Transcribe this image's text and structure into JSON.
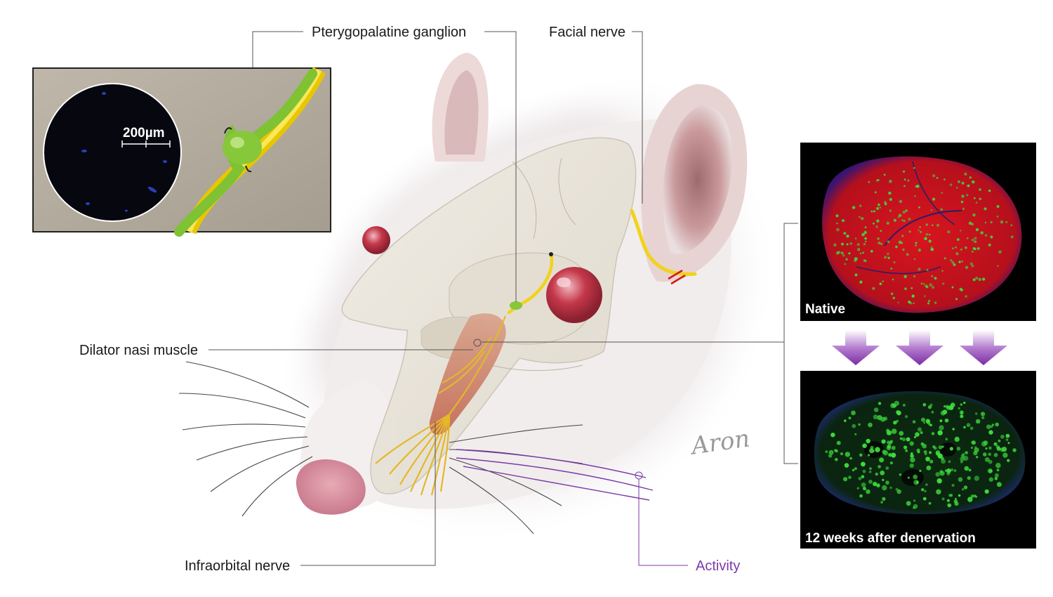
{
  "labels": {
    "pterygopalatine_ganglion": "Pterygopalatine ganglion",
    "facial_nerve": "Facial nerve",
    "dilator_nasi_muscle": "Dilator nasi muscle",
    "infraorbital_nerve": "Infraorbital nerve",
    "activity": "Activity"
  },
  "inset": {
    "scale_bar": "200µm"
  },
  "micrographs": {
    "native": "Native",
    "denervated": "12 weeks after denervation"
  },
  "signature": "Aron",
  "colors": {
    "nerve_yellow": "#f2d21c",
    "ganglion_green": "#86c83a",
    "activity_purple": "#7b3aa8",
    "arrow_purple": "#8a3db3",
    "muscle_red": "#d42424",
    "fluor_green": "#3ddc3d",
    "eye_red": "#c4384a"
  }
}
